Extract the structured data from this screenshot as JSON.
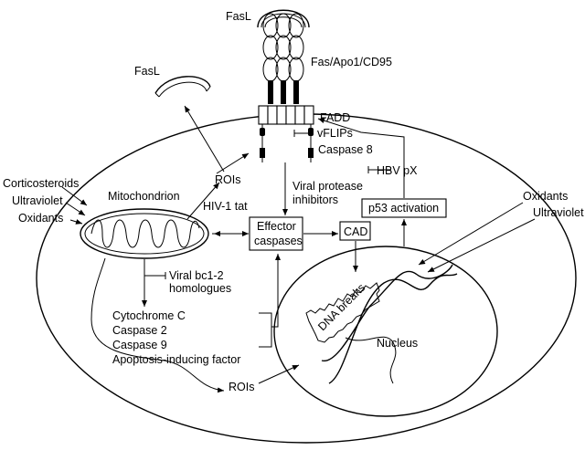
{
  "labels": {
    "fasl_top": "FasL",
    "fas_receptor": "Fas/Apo1/CD95",
    "fasl_left": "FasL",
    "fadd": "FADD",
    "vflips": "vFLIPs",
    "caspase8": "Caspase 8",
    "hbv_px": "HBV pX",
    "rois_top": "ROIs",
    "viral_protease_1": "Viral protease",
    "viral_protease_2": "inhibitors",
    "p53": "p53 activation",
    "corticosteroids": "Corticosteroids",
    "ultraviolet_left": "Ultraviolet",
    "oxidants_left": "Oxidants",
    "mitochondrion": "Mitochondrion",
    "hiv_tat": "HIV-1 tat",
    "effector_1": "Effector",
    "effector_2": "caspases",
    "cad": "CAD",
    "oxidants_right": "Oxidants",
    "ultraviolet_right": "Ultraviolet",
    "viral_bcl2_1": "Viral bc1-2",
    "viral_bcl2_2": "homologues",
    "dna_breaks": "DNA breaks",
    "cytochrome_c": "Cytochrome C",
    "caspase2": "Caspase 2",
    "caspase9": "Caspase 9",
    "aif": "Apoptosis-inducing factor",
    "nucleus": "Nucleus",
    "rois_bottom": "ROIs"
  }
}
